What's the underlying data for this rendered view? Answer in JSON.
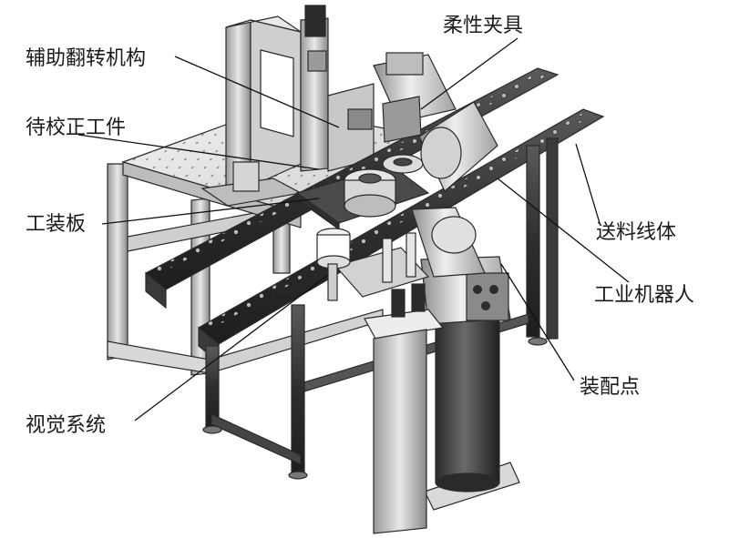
{
  "labels": {
    "auxiliary_flip": "辅助翻转机构",
    "flexible_fixture": "柔性夹具",
    "workpiece_to_correct": "待校正工件",
    "fixture_plate": "工装板",
    "conveyor_body": "送料线体",
    "industrial_robot": "工业机器人",
    "assembly_point": "装配点",
    "vision_system": "视觉系统"
  },
  "colors": {
    "line": "#111111",
    "metal_light": "#e6e6e6",
    "metal_mid": "#b8b8b8",
    "metal_dark": "#4d4d4d",
    "rail_dark": "#2b2b2b"
  }
}
